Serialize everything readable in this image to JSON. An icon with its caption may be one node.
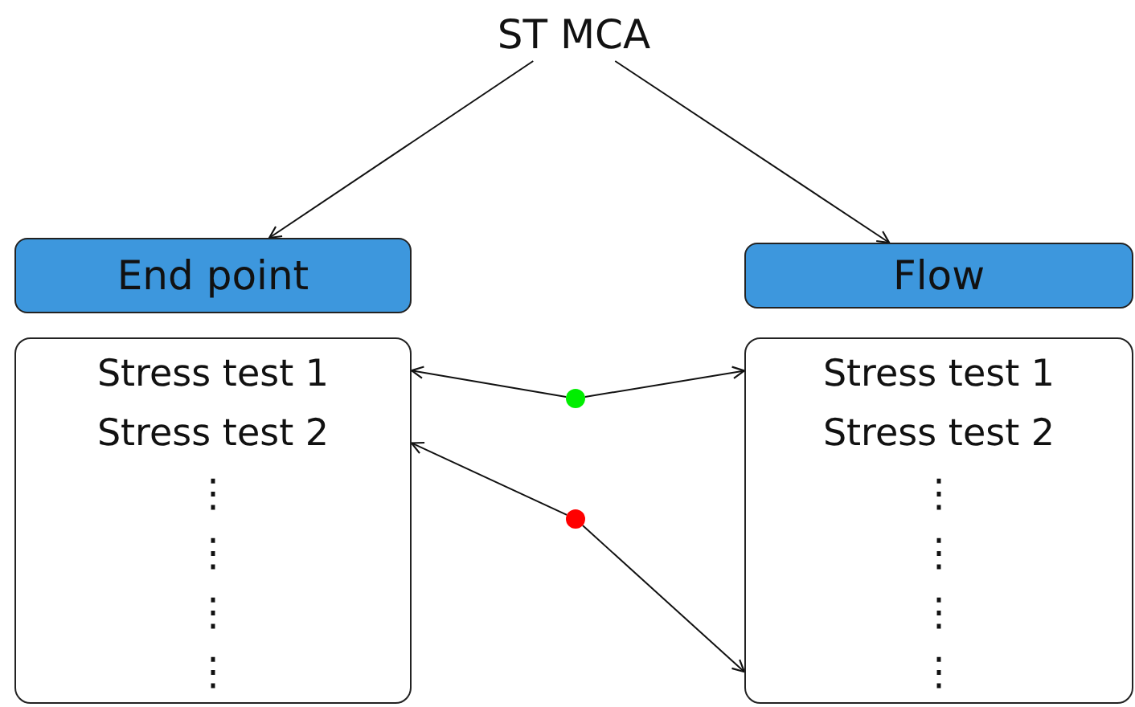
{
  "diagram": {
    "nodes": [
      {
        "text": [
          "ST MCA"
        ]
      },
      {
        "text": [
          "End point"
        ]
      },
      {
        "text": [
          "Flow"
        ]
      },
      {
        "text": [
          "Stress test 1",
          "Stress test 2",
          "⋮",
          "⋮",
          "⋮",
          "⋮"
        ]
      },
      {
        "text": [
          "Stress test 1",
          "Stress test 2",
          "⋮",
          "⋮",
          "⋮",
          "⋮"
        ]
      },
      {
        "text": [],
        "shape": "circle"
      },
      {
        "text": [],
        "shape": "circle"
      }
    ],
    "edges": [
      {
        "from": 0,
        "to": 1,
        "arrow": "to"
      },
      {
        "from": 0,
        "to": 2,
        "arrow": "to"
      },
      {
        "from": 5,
        "to": 3,
        "arrow": "to"
      },
      {
        "from": 5,
        "to": 4,
        "arrow": "to"
      },
      {
        "from": 6,
        "to": 3,
        "arrow": "to"
      },
      {
        "from": 6,
        "to": 4,
        "arrow": "to"
      }
    ]
  }
}
